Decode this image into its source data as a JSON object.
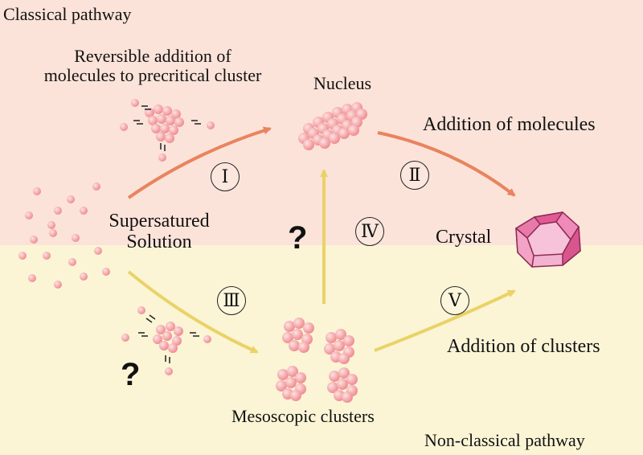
{
  "colors": {
    "top_band": "#fbe3d9",
    "bottom_band": "#fbf5d6",
    "classical_arrow": "#e8845e",
    "nonclassical_arrow": "#ead267",
    "molecule": "#f7a3a5",
    "crystal": "#f08ab8"
  },
  "labels": {
    "classical_pathway": "Classical pathway",
    "reversible_line1": "Reversible addition of",
    "reversible_line2": "molecules to precritical cluster",
    "nucleus": "Nucleus",
    "addition_molecules": "Addition of molecules",
    "supersatured_line1": "Supersatured",
    "supersatured_line2": "Solution",
    "crystal": "Crystal",
    "addition_clusters": "Addition of clusters",
    "mesoscopic_clusters": "Mesoscopic clusters",
    "nonclassical_pathway": "Non-classical pathway"
  },
  "steps": {
    "I": "Ⅰ",
    "II": "Ⅱ",
    "III": "Ⅲ",
    "IV": "Ⅳ",
    "V": "Ⅴ"
  },
  "unknowns": {
    "q1": "?",
    "q2": "?"
  }
}
